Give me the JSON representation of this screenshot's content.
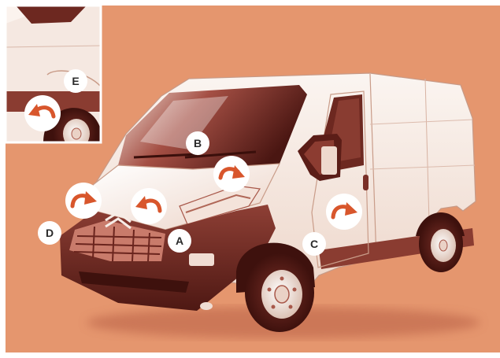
{
  "colors": {
    "background": "#e5966e",
    "van_dark": "#5e1f19",
    "van_mid": "#a8584a",
    "van_light": "#f6ece6",
    "arrow": "#d8562c",
    "label_bg": "#ffffff",
    "label_text": "#2a2a2a",
    "frame": "#ffffff"
  },
  "callouts": {
    "a": {
      "label": "A",
      "arrow": "curved-arrow-left-icon"
    },
    "b": {
      "label": "B",
      "arrow": "curved-arrow-right-icon"
    },
    "c": {
      "label": "C",
      "arrow": "curved-arrow-right-icon"
    },
    "d": {
      "label": "D",
      "arrow": "curved-arrow-right-icon"
    },
    "e": {
      "label": "E",
      "arrow": "curved-arrow-left-icon"
    }
  }
}
